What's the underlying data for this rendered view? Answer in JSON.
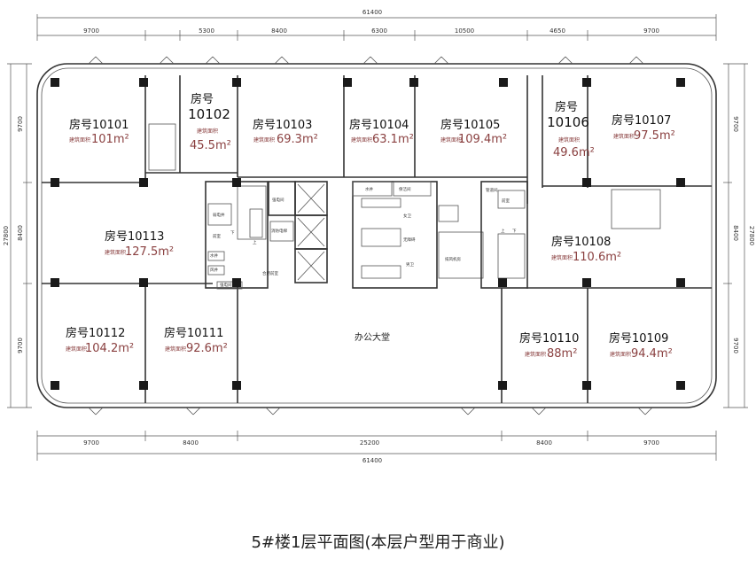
{
  "dimensions": {
    "top_total": "61400",
    "top_segments": [
      "9700",
      "5300",
      "8400",
      "6300",
      "10500",
      "4650",
      "9700"
    ],
    "bottom_total": "61400",
    "bottom_segments": [
      "9700",
      "8400",
      "25200",
      "8400",
      "9700"
    ],
    "left_total": "27800",
    "left_segments": [
      "9700",
      "8400",
      "9700"
    ],
    "right_total": "27800",
    "right_segments": [
      "9700",
      "8400",
      "9700"
    ]
  },
  "rooms": [
    {
      "id": "10101",
      "label": "房号10101",
      "area_label": "建筑面积",
      "area": "101m²"
    },
    {
      "id": "10102",
      "label_line1": "房号",
      "label_line2": "10102",
      "area_label": "建筑面积",
      "area": "45.5m²"
    },
    {
      "id": "10103",
      "label": "房号10103",
      "area_label": "建筑面积",
      "area": "69.3m²"
    },
    {
      "id": "10104",
      "label": "房号10104",
      "area_label": "建筑面积",
      "area": "63.1m²"
    },
    {
      "id": "10105",
      "label": "房号10105",
      "area_label": "建筑面积",
      "area": "109.4m²"
    },
    {
      "id": "10106",
      "label_line1": "房号",
      "label_line2": "10106",
      "area_label": "建筑面积",
      "area": "49.6m²"
    },
    {
      "id": "10107",
      "label": "房号10107",
      "area_label": "建筑面积",
      "area": "97.5m²"
    },
    {
      "id": "10108",
      "label": "房号10108",
      "area_label": "建筑面积",
      "area": "110.6m²"
    },
    {
      "id": "10109",
      "label": "房号10109",
      "area_label": "建筑面积",
      "area": "94.4m²"
    },
    {
      "id": "10110",
      "label": "房号10110",
      "area_label": "建筑面积",
      "area": "88m²"
    },
    {
      "id": "10111",
      "label": "房号10111",
      "area_label": "建筑面积",
      "area": "92.6m²"
    },
    {
      "id": "10112",
      "label": "房号10112",
      "area_label": "建筑面积",
      "area": "104.2m²"
    },
    {
      "id": "10113",
      "label": "房号10113",
      "area_label": "建筑面积",
      "area": "127.5m²"
    }
  ],
  "core_labels": {
    "weak_room": "弱电井",
    "strong_room": "强电间",
    "fire_control": "消防电梯",
    "fire_lobby": "前室",
    "down": "下",
    "up": "上",
    "elevator_lobby": "合用前室",
    "water_well": "水井",
    "cleaning": "保洁间",
    "female_wc": "女卫",
    "male_wc": "男卫",
    "accessible_wc": "无障碍",
    "smoke_room": "排风机房",
    "wind_well": "风井",
    "pipe_room": "管道间"
  },
  "hall": "办公大堂",
  "caption": "5#楼1层平面图(本层户型用于商业)"
}
